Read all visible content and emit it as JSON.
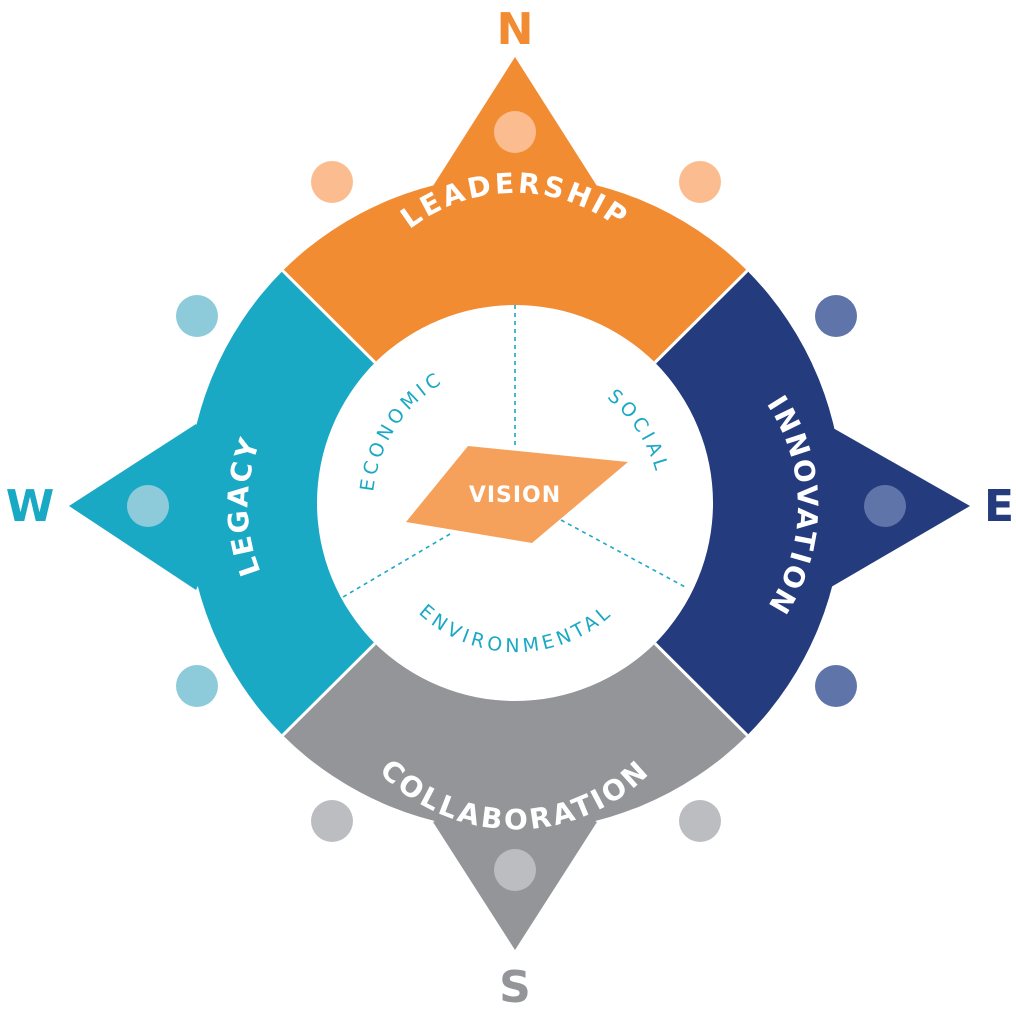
{
  "compass": {
    "north": {
      "letter": "N",
      "color": "#f28c33"
    },
    "east": {
      "letter": "E",
      "color": "#243b7d"
    },
    "south": {
      "letter": "S",
      "color": "#949599"
    },
    "west": {
      "letter": "W",
      "color": "#1aa9c4"
    }
  },
  "segments": {
    "leadership": {
      "label": "LEADERSHIP",
      "color": "#f28c33",
      "dot_color": "#fbbd8f"
    },
    "innovation": {
      "label": "INNOVATION",
      "color": "#243b7d",
      "dot_color": "#5f74a8"
    },
    "collaboration": {
      "label": "COLLABORATION",
      "color": "#949599",
      "dot_color": "#bcbdc0"
    },
    "legacy": {
      "label": "LEGACY",
      "color": "#1aa9c4",
      "dot_color": "#8dcbdb"
    }
  },
  "core": {
    "vision": {
      "label": "VISION",
      "color": "#f6a15b"
    },
    "pillars": {
      "economic": "ECONOMIC",
      "social": "SOCIAL",
      "environmental": "ENVIRONMENTAL"
    },
    "pillar_color": "#1aa9c4"
  }
}
